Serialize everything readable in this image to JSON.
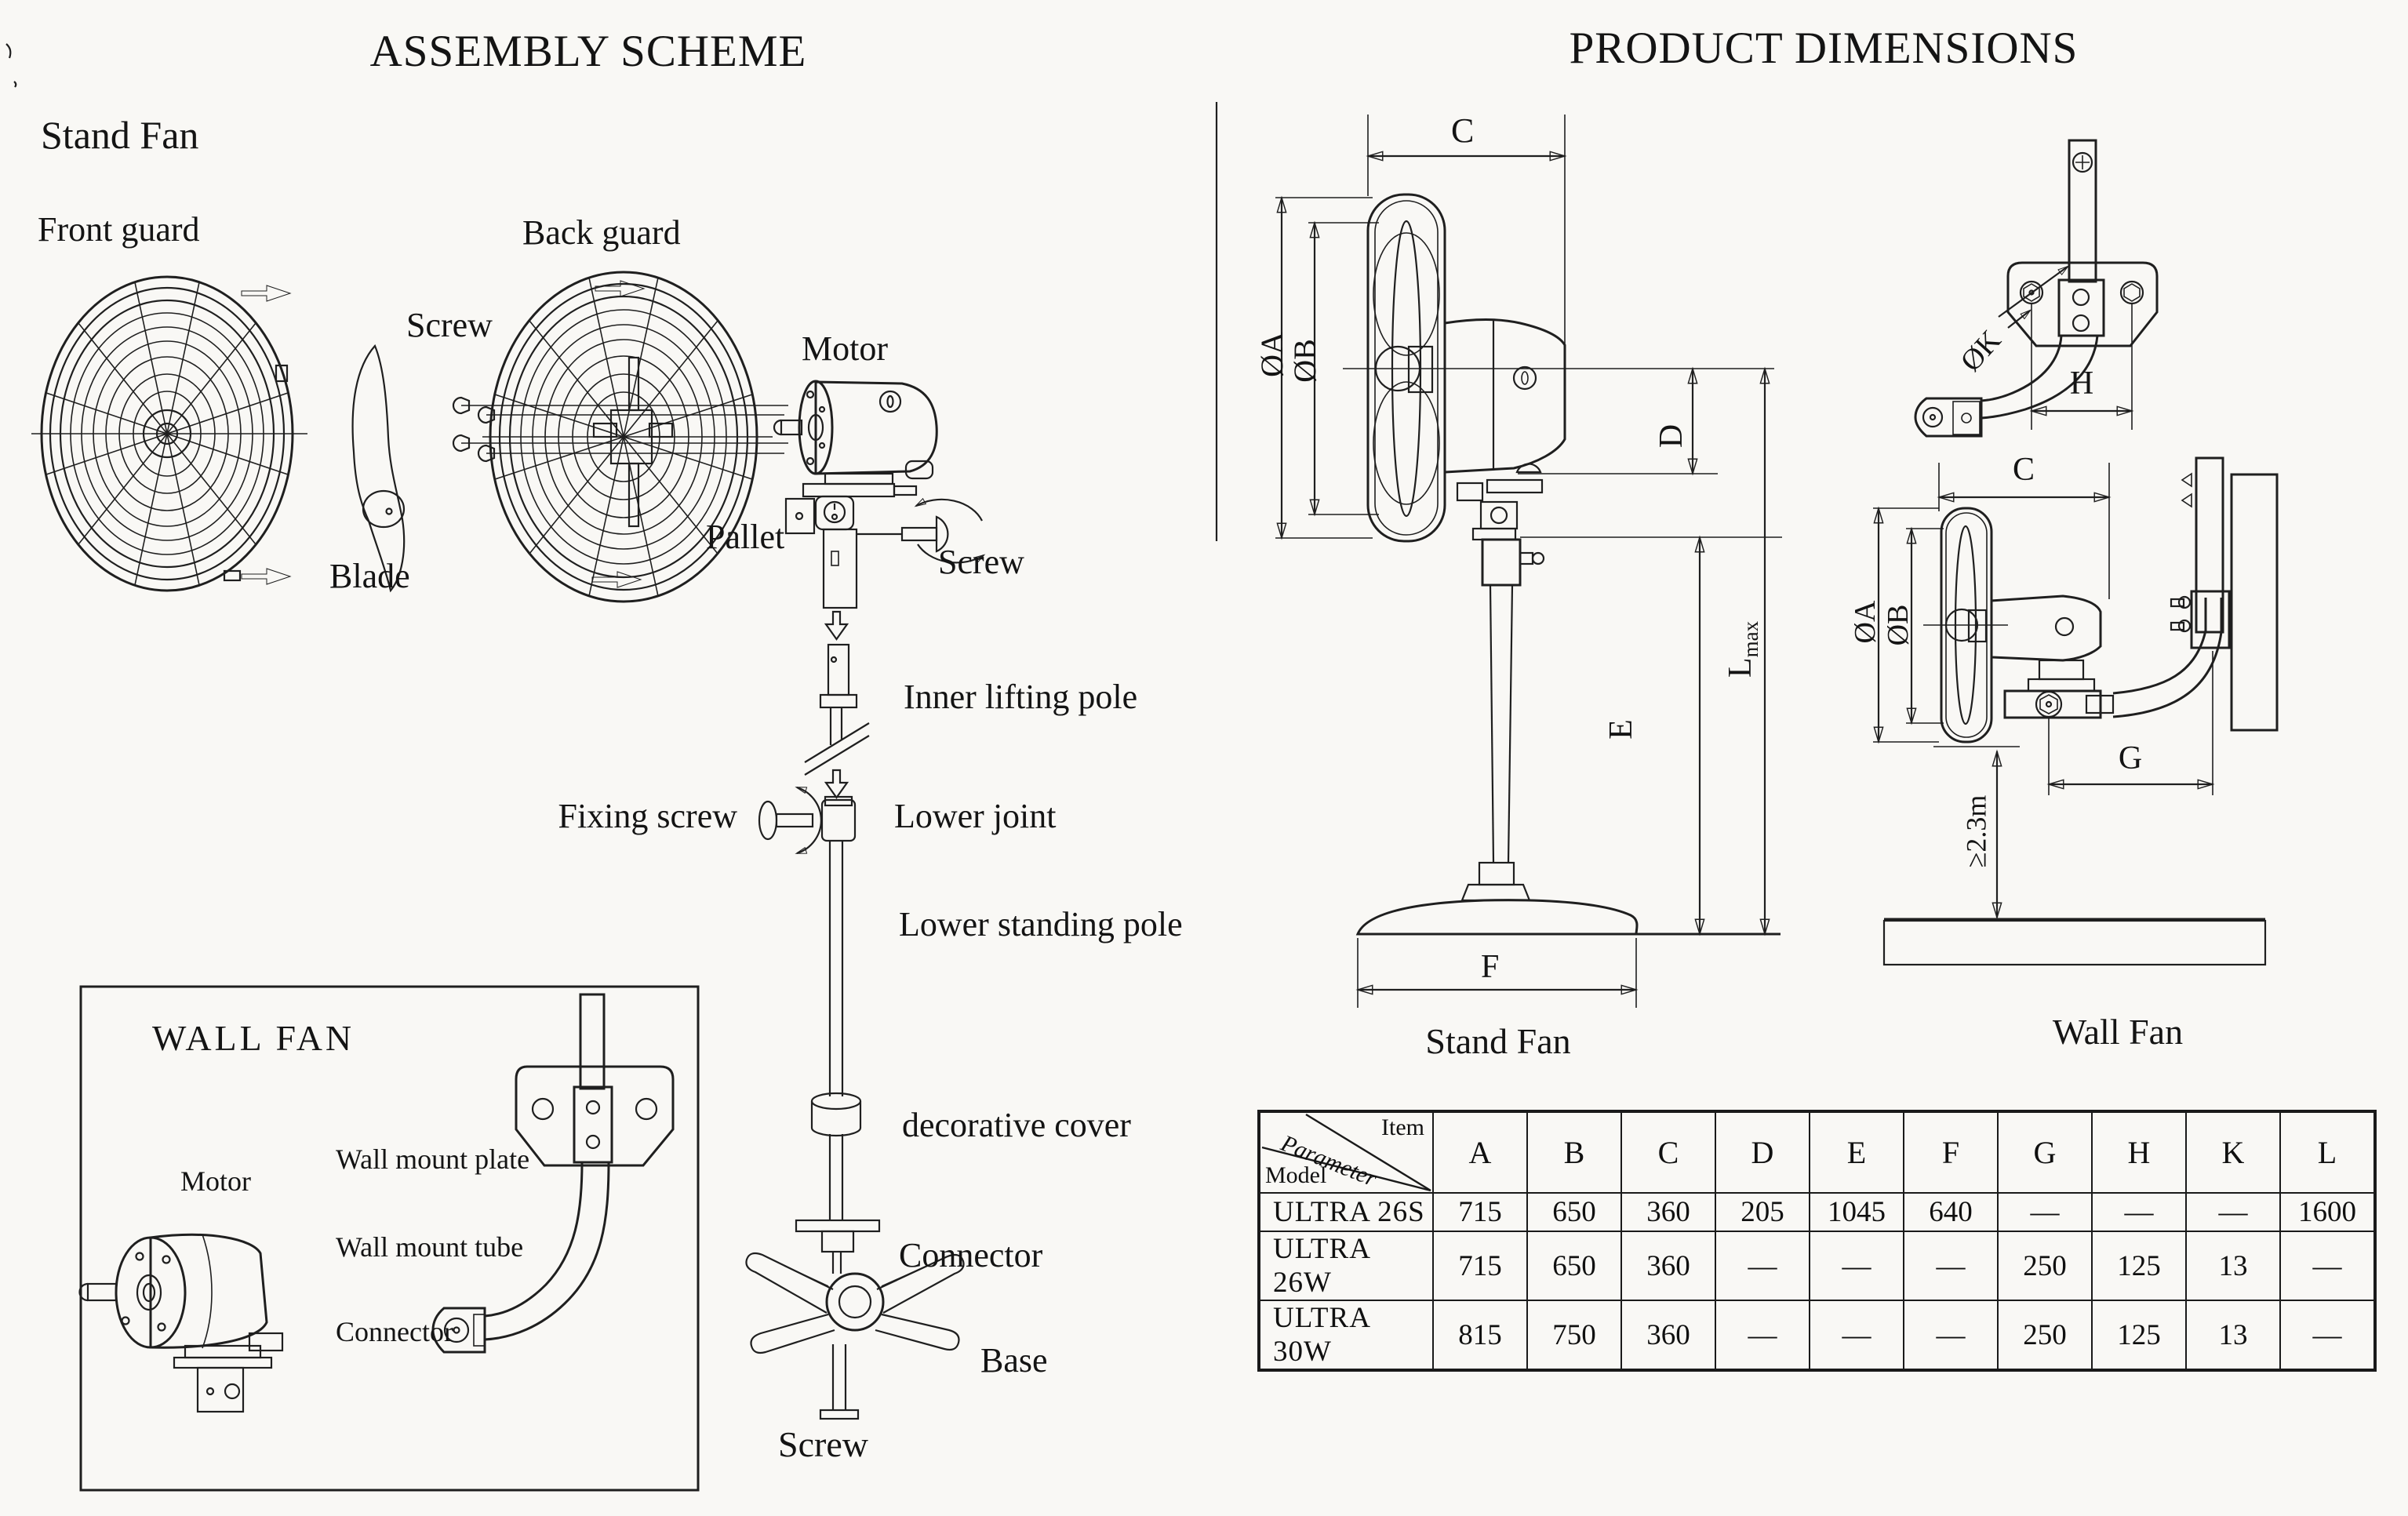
{
  "assembly": {
    "title": "ASSEMBLY SCHEME",
    "subtitle": "Stand Fan",
    "labels": {
      "front_guard": "Front guard",
      "screw_top": "Screw",
      "back_guard": "Back guard",
      "motor": "Motor",
      "blade": "Blade",
      "pallet": "Pallet",
      "screw_side": "Screw",
      "inner_lifting_pole": "Inner lifting pole",
      "fixing_screw": "Fixing screw",
      "lower_joint": "Lower joint",
      "lower_standing_pole": "Lower standing pole",
      "decorative_cover": "decorative cover",
      "connector": "Connector",
      "base": "Base",
      "screw_bottom": "Screw"
    },
    "wall_fan_box": {
      "title": "WALL FAN",
      "motor": "Motor",
      "wall_mount_plate": "Wall mount plate",
      "wall_mount_tube": "Wall mount tube",
      "connector": "Connector"
    }
  },
  "dimensions": {
    "title": "PRODUCT DIMENSIONS",
    "stand_fan": {
      "caption": "Stand Fan",
      "c": "C",
      "dia_a": "ØA",
      "dia_b": "ØB",
      "d": "D",
      "e": "E",
      "l": "L",
      "l_sub": "max",
      "f": "F"
    },
    "wall_fan": {
      "caption": "Wall Fan",
      "c": "C",
      "dia_a": "ØA",
      "dia_b": "ØB",
      "dia_k": "ØK",
      "h": "H",
      "g": "G",
      "min_height": "≥2.3m"
    }
  },
  "table": {
    "corner": {
      "item": "Item",
      "parameter": "Parameter",
      "model": "Model"
    },
    "columns": [
      "A",
      "B",
      "C",
      "D",
      "E",
      "F",
      "G",
      "H",
      "K",
      "L"
    ],
    "rows": [
      {
        "model": "ULTRA 26S",
        "values": [
          "715",
          "650",
          "360",
          "205",
          "1045",
          "640",
          "—",
          "—",
          "—",
          "1600"
        ]
      },
      {
        "model": "ULTRA 26W",
        "values": [
          "715",
          "650",
          "360",
          "—",
          "—",
          "—",
          "250",
          "125",
          "13",
          "—"
        ]
      },
      {
        "model": "ULTRA 30W",
        "values": [
          "815",
          "750",
          "360",
          "—",
          "—",
          "—",
          "250",
          "125",
          "13",
          "—"
        ]
      }
    ]
  }
}
